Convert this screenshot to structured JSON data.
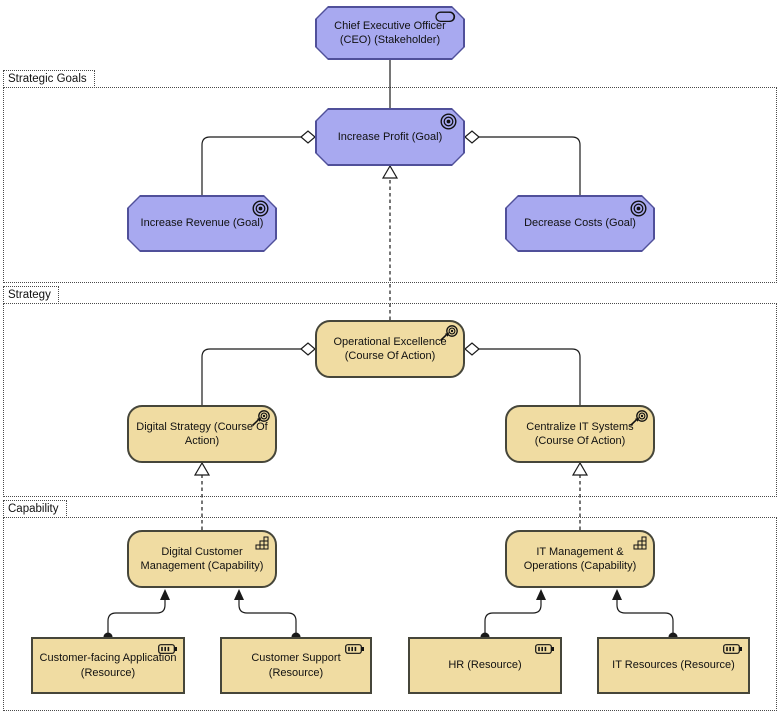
{
  "groups": {
    "strategic_goals": {
      "label": "Strategic Goals"
    },
    "strategy": {
      "label": "Strategy"
    },
    "capability": {
      "label": "Capability"
    }
  },
  "nodes": {
    "ceo": {
      "label": "Chief Executive Officer (CEO) (Stakeholder)",
      "type": "stakeholder"
    },
    "increase_profit": {
      "label": "Increase Profit (Goal)",
      "type": "goal"
    },
    "increase_revenue": {
      "label": "Increase Revenue (Goal)",
      "type": "goal"
    },
    "decrease_costs": {
      "label": "Decrease Costs (Goal)",
      "type": "goal"
    },
    "operational_excellence": {
      "label": "Operational Excellence (Course Of Action)",
      "type": "course-of-action"
    },
    "digital_strategy": {
      "label": "Digital Strategy (Course Of Action)",
      "type": "course-of-action"
    },
    "centralize_it_systems": {
      "label": "Centralize IT Systems (Course Of Action)",
      "type": "course-of-action"
    },
    "digital_customer_management": {
      "label": "Digital Customer Management (Capability)",
      "type": "capability"
    },
    "it_management_operations": {
      "label": "IT Management & Operations (Capability)",
      "type": "capability"
    },
    "customer_facing_application": {
      "label": "Customer-facing Application (Resource)",
      "type": "resource"
    },
    "customer_support": {
      "label": "Customer Support (Resource)",
      "type": "resource"
    },
    "hr": {
      "label": "HR (Resource)",
      "type": "resource"
    },
    "it_resources": {
      "label": "IT Resources (Resource)",
      "type": "resource"
    }
  },
  "relationships": {
    "ceo_to_increase_profit": "association",
    "increase_profit_to_increase_revenue": "aggregation",
    "increase_profit_to_decrease_costs": "aggregation",
    "operational_excellence_to_increase_profit": "realization",
    "operational_excellence_to_digital_strategy": "aggregation",
    "operational_excellence_to_centralize_it_systems": "aggregation",
    "digital_customer_management_to_digital_strategy": "realization",
    "it_management_operations_to_centralize_it_systems": "realization",
    "customer_facing_application_to_digital_customer_management": "assignment",
    "customer_support_to_digital_customer_management": "assignment",
    "hr_to_it_management_operations": "assignment",
    "it_resources_to_it_management_operations": "assignment"
  },
  "colors": {
    "background": "#ffffff",
    "motivation_fill": "#a8a9f0",
    "motivation_border": "#50509a",
    "strategy_fill": "#f0dca2",
    "strategy_border": "#46463a",
    "line": "#1a1a1a"
  }
}
